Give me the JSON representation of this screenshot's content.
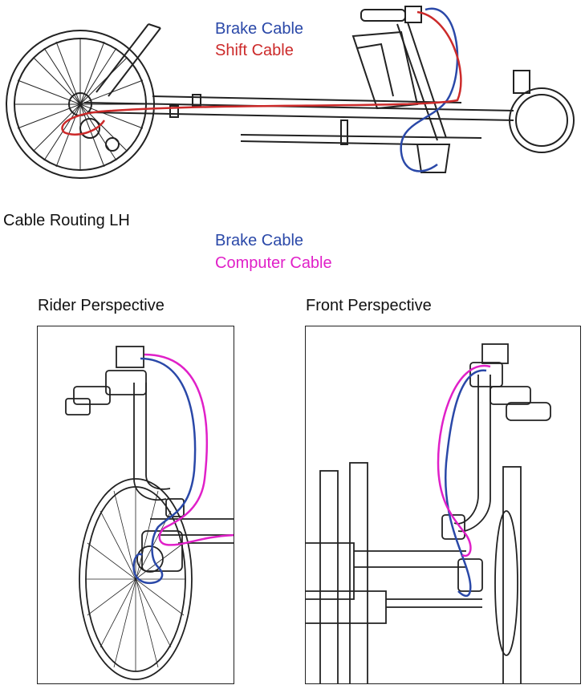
{
  "top_legend": {
    "brake_label": "Brake Cable",
    "shift_label": "Shift Cable"
  },
  "section_title": "Cable Routing LH",
  "mid_legend": {
    "brake_label": "Brake Cable",
    "computer_label": "Computer Cable"
  },
  "panels": {
    "rider_title": "Rider Perspective",
    "front_title": "Front Perspective"
  },
  "colors": {
    "brake": "#2a48a8",
    "shift": "#cc2a2a",
    "computer": "#e020c8",
    "line": "#222222"
  }
}
